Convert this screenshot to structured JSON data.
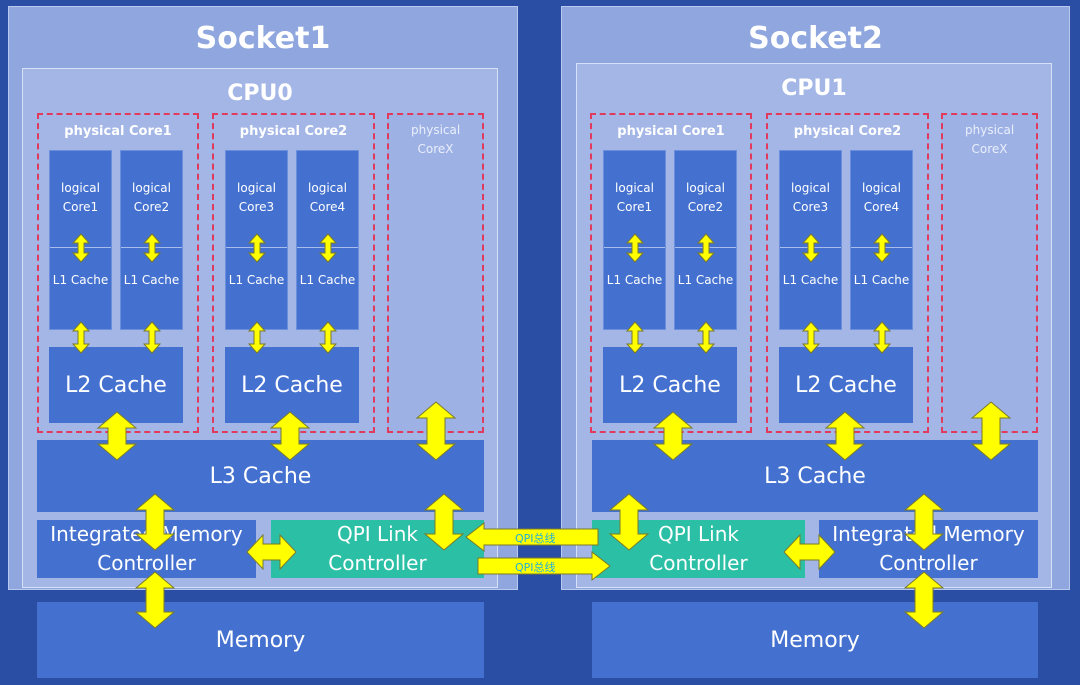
{
  "sockets": [
    {
      "title": "Socket1",
      "cpu": "CPU0",
      "cores": [
        {
          "label": "physical Core1",
          "logical": [
            {
              "name": "logical Core1",
              "l1": "L1 Cache"
            },
            {
              "name": "logical Core2",
              "l1": "L1 Cache"
            }
          ],
          "l2": "L2 Cache"
        },
        {
          "label": "physical Core2",
          "logical": [
            {
              "name": "logical Core3",
              "l1": "L1 Cache"
            },
            {
              "name": "logical Core4",
              "l1": "L1 Cache"
            }
          ],
          "l2": "L2 Cache"
        }
      ],
      "coreX": "physical CoreX",
      "l3": "L3 Cache",
      "memory_controller": "Integrated Memory Controller",
      "qpi_controller": "QPI Link Controller",
      "memory": "Memory"
    },
    {
      "title": "Socket2",
      "cpu": "CPU1",
      "cores": [
        {
          "label": "physical Core1",
          "logical": [
            {
              "name": "logical Core1",
              "l1": "L1 Cache"
            },
            {
              "name": "logical Core2",
              "l1": "L1 Cache"
            }
          ],
          "l2": "L2 Cache"
        },
        {
          "label": "physical Core2",
          "logical": [
            {
              "name": "logical Core3",
              "l1": "L1 Cache"
            },
            {
              "name": "logical Core4",
              "l1": "L1 Cache"
            }
          ],
          "l2": "L2 Cache"
        }
      ],
      "coreX": "physical CoreX",
      "l3": "L3 Cache",
      "memory_controller": "Integrated Memory Controller",
      "qpi_controller": "QPI Link Controller",
      "memory": "Memory"
    }
  ],
  "qpi_bus": [
    "QPI总线",
    "QPI总线"
  ],
  "colors": {
    "background": "#2a4ea3",
    "socket": "#8fa7de",
    "cpu": "#a3b6e6",
    "block": "#4471cf",
    "qpi": "#2bbfa6",
    "core_border": "#e23a5c",
    "arrow": "#ffff00"
  }
}
